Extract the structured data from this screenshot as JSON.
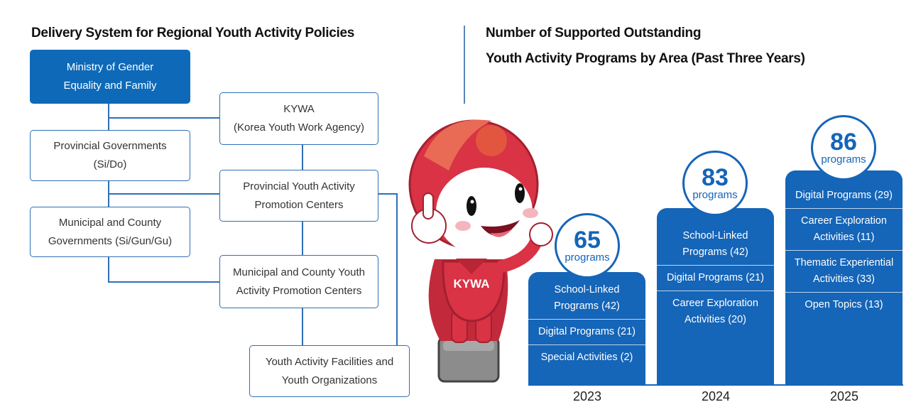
{
  "left": {
    "title": "Delivery System for Regional Youth Activity Policies",
    "ministry": [
      "Ministry of Gender",
      "Equality and Family"
    ],
    "kywa": [
      "KYWA",
      "(Korea Youth Work Agency)"
    ],
    "provincial_gov": [
      "Provincial Governments",
      "(Si/Do)"
    ],
    "provincial_centers": [
      "Provincial Youth Activity",
      "Promotion Centers"
    ],
    "municipal_gov": [
      "Municipal and County",
      "Governments (Si/Gun/Gu)"
    ],
    "municipal_centers": [
      "Municipal and County Youth",
      "Activity Promotion Centers"
    ],
    "facilities": [
      "Youth Activity Facilities and",
      "Youth Organizations"
    ]
  },
  "right": {
    "title_line1": "Number of Supported Outstanding",
    "title_line2": "Youth Activity Programs by Area (Past Three Years)",
    "mascot_label": "KYWA",
    "years": [
      {
        "year": "2023",
        "total": "65",
        "unit": "programs",
        "items": [
          [
            "School-Linked",
            "Programs (42)"
          ],
          [
            "Digital Programs (21)"
          ],
          [
            "Special Activities (2)"
          ]
        ]
      },
      {
        "year": "2024",
        "total": "83",
        "unit": "programs",
        "items": [
          [
            "School-Linked",
            "Programs (42)"
          ],
          [
            "Digital Programs (21)"
          ],
          [
            "Career Exploration",
            "Activities (20)"
          ]
        ]
      },
      {
        "year": "2025",
        "total": "86",
        "unit": "programs",
        "items": [
          [
            "Digital Programs (29)"
          ],
          [
            "Career Exploration",
            "Activities (11)"
          ],
          [
            "Thematic Experiential",
            "Activities (33)"
          ],
          [
            "Open Topics (13)"
          ]
        ]
      }
    ]
  },
  "colors": {
    "primary": "#1565b8",
    "line": "#2f6fb5",
    "mascot_red": "#d93345"
  }
}
